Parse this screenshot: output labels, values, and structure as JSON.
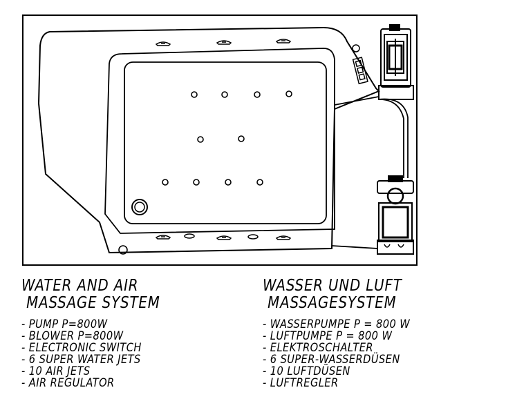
{
  "english": {
    "title_line1": "WATER AND AIR",
    "title_line2": " MASSAGE SYSTEM",
    "items": [
      "- PUMP P=800W",
      "- BLOWER P=800W",
      "- ELECTRONIC SWITCH",
      "- 6 SUPER WATER JETS",
      "- 10 AIR JETS",
      "- AIR REGULATOR"
    ]
  },
  "german": {
    "title_line1": "WASSER UND LUFT",
    "title_line2": " MASSAGESYSTEM",
    "items": [
      "- WASSERPUMPE P = 800 W",
      "- LUFTPUMPE P = 800 W",
      "- ELEKTROSCHALTER",
      "- 6 SUPER-WASSERDÜSEN",
      "- 10 LUFTDÜSEN",
      "- LUFTREGLER"
    ]
  },
  "colors": {
    "line": "#000000",
    "background": "#ffffff"
  }
}
